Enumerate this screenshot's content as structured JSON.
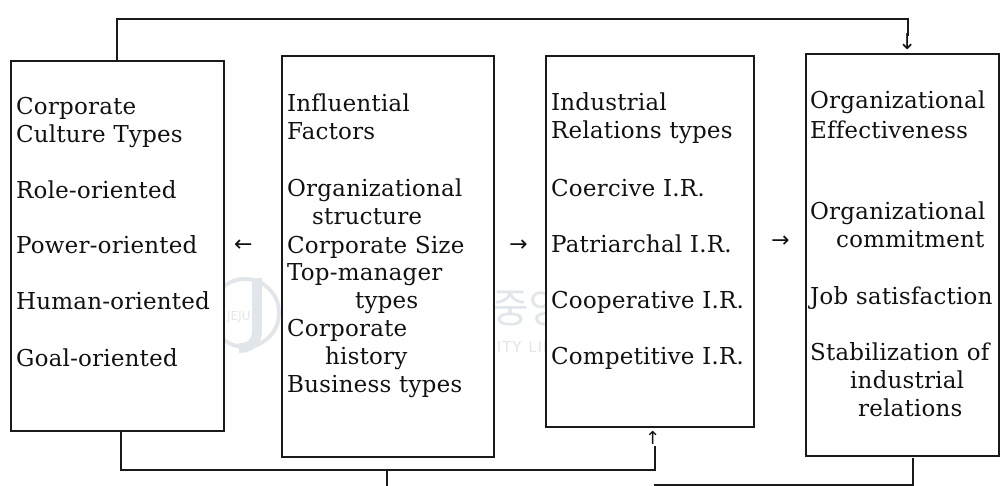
{
  "box1": {
    "title_line1": "Corporate",
    "title_line2": "Culture Types",
    "items": [
      "Role-oriented",
      "Power-oriented",
      "Human-oriented",
      "Goal-oriented"
    ]
  },
  "box2": {
    "title_line1": "Influential",
    "title_line2": "Factors",
    "lines": [
      "Organizational",
      "structure",
      "Corporate Size",
      "Top-manager",
      "types",
      "Corporate",
      "history",
      "Business types"
    ]
  },
  "box3": {
    "title_line1": "Industrial",
    "title_line2": "Relations types",
    "items": [
      "Coercive I.R.",
      "Patriarchal I.R.",
      "Cooperative I.R.",
      "Competitive I.R."
    ]
  },
  "box4": {
    "title_line1": "Organizational",
    "title_line2": "Effectiveness",
    "lines": [
      "Organizational",
      "commitment",
      "Job satisfaction",
      "Stabilization of",
      "industrial",
      "relations"
    ]
  },
  "arrows": {
    "left": "←",
    "right1": "→",
    "right2": "→",
    "up1": "↑",
    "up2": "↑",
    "down": "↓"
  },
  "watermark": {
    "korean": "제주대학교 중앙도서관",
    "english": "JEJU NATIONAL UNIVERSITY LIBRARY",
    "logo_text": "JEJU"
  }
}
